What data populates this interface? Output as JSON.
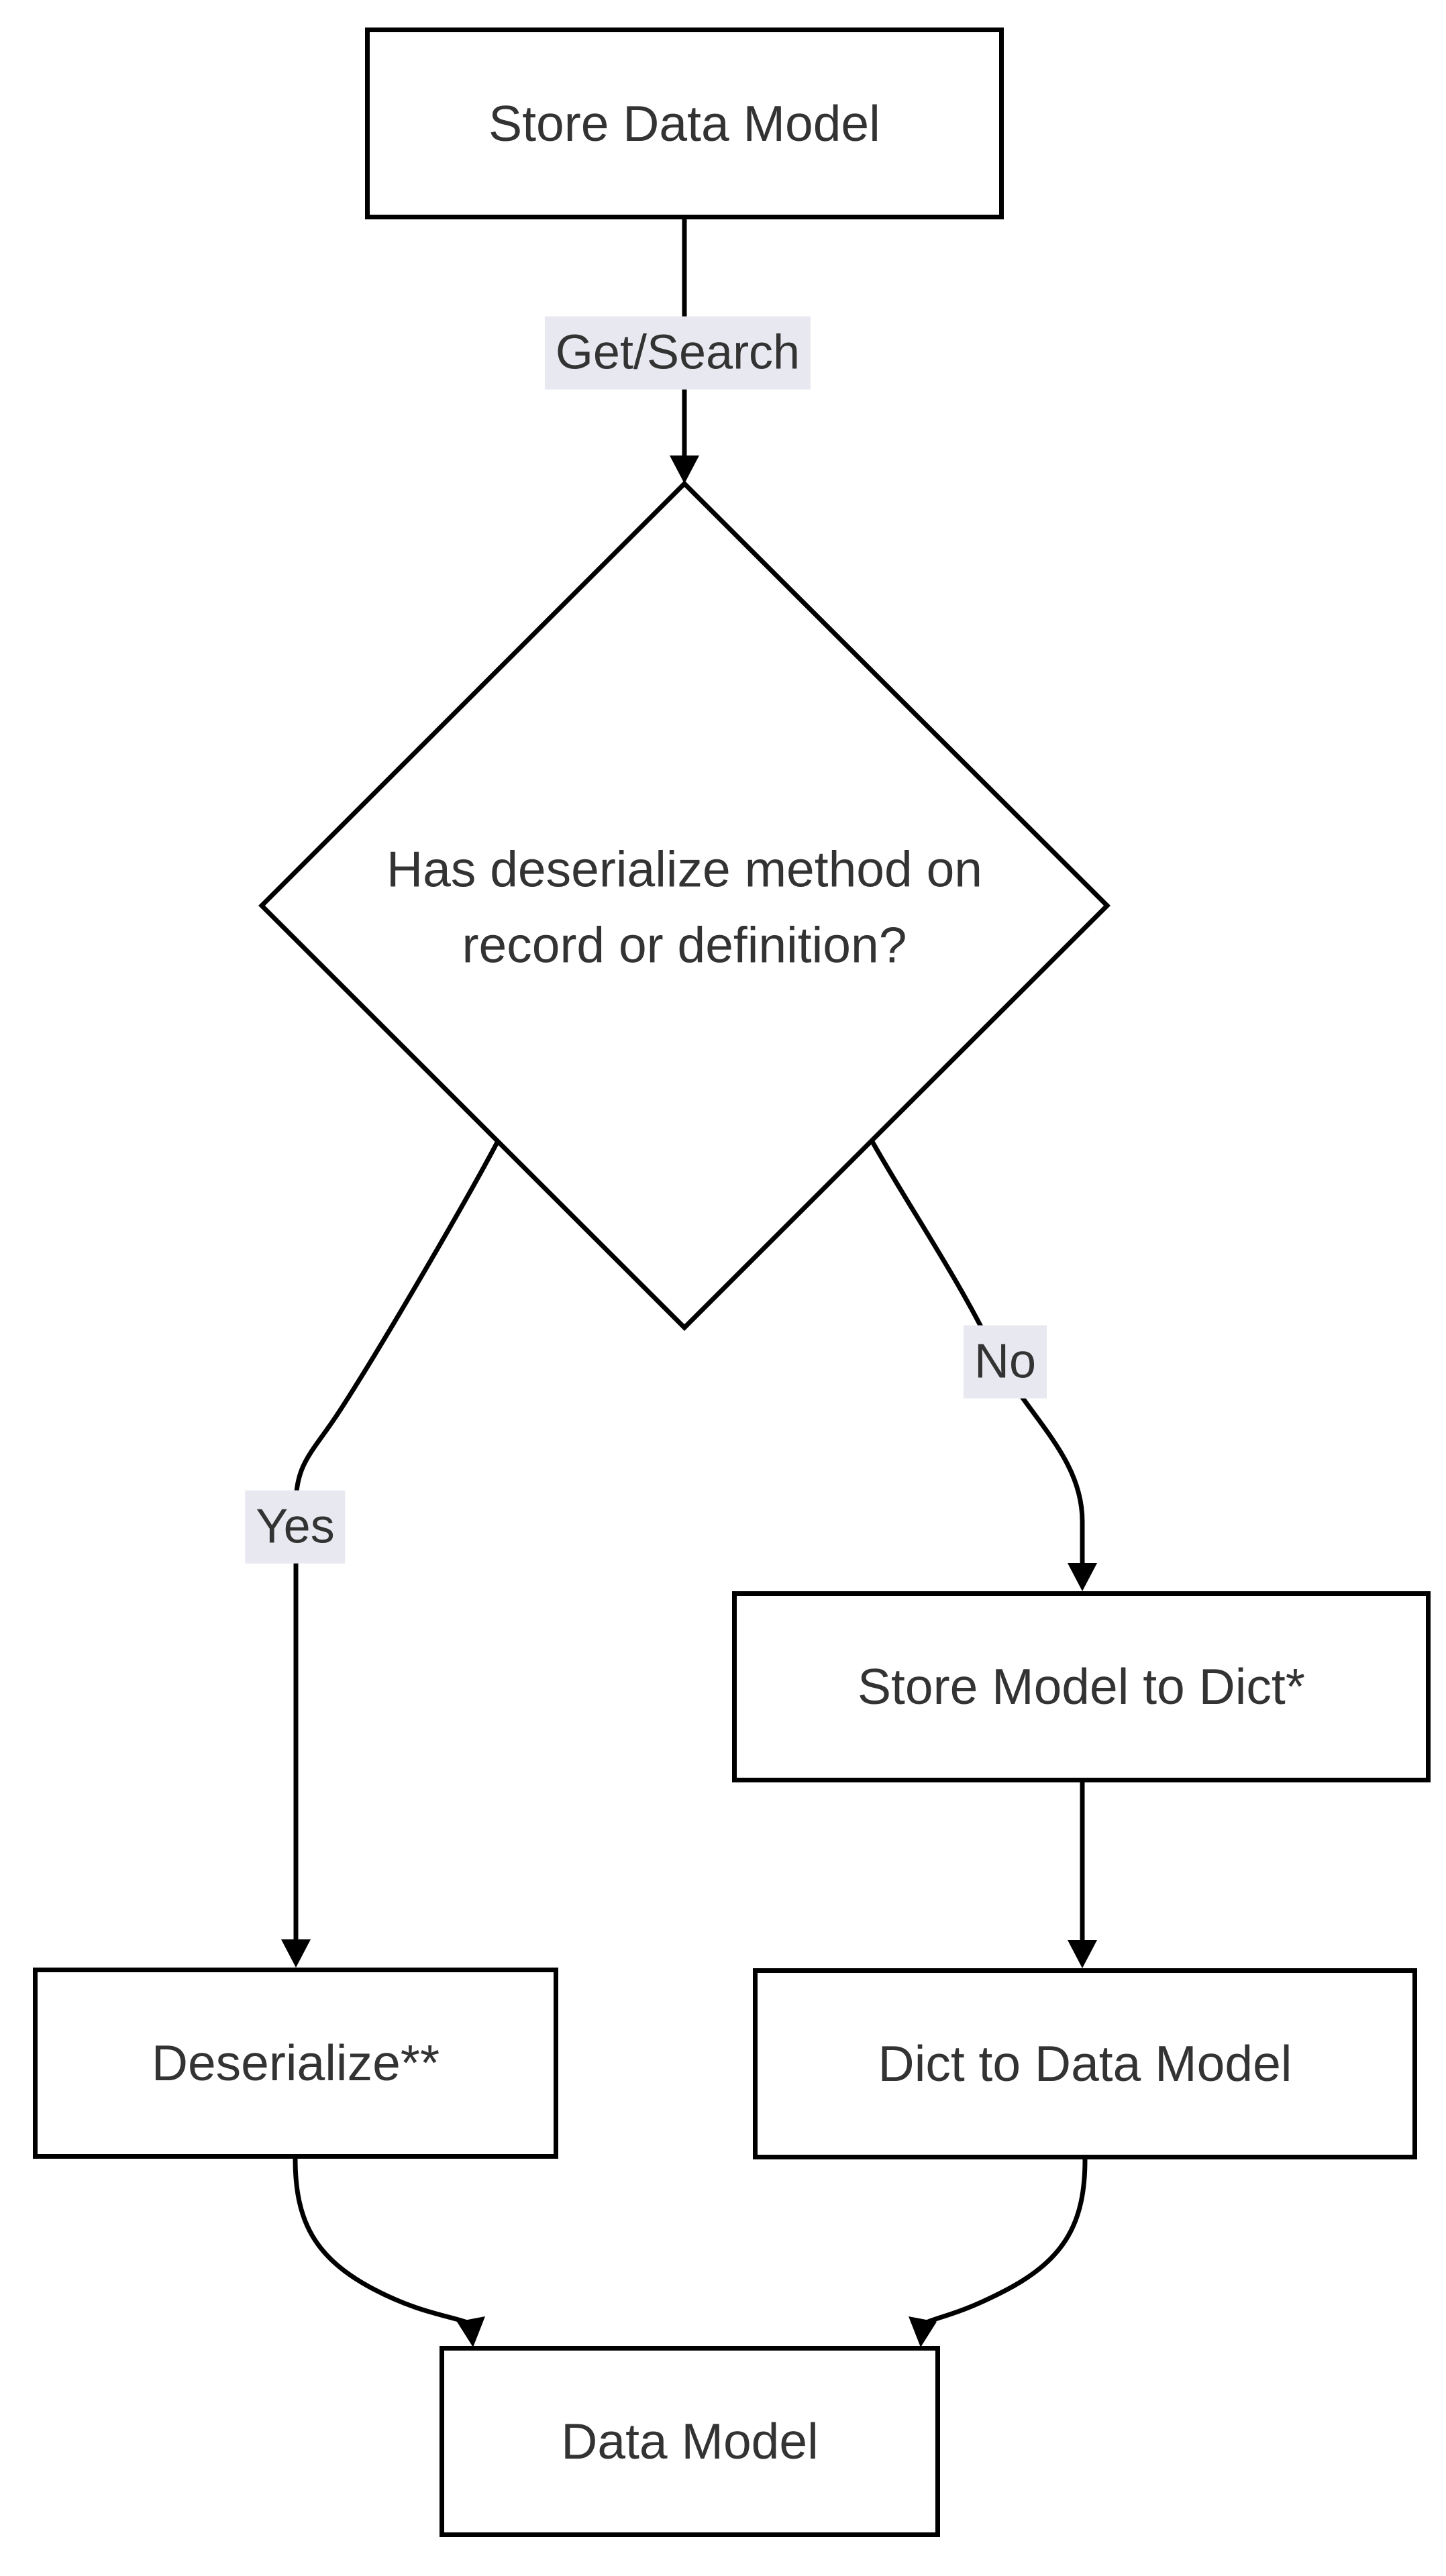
{
  "diagram": {
    "type": "flowchart",
    "direction": "top-down",
    "background_color": "#ffffff",
    "stroke_color": "#000000",
    "text_color": "#333333",
    "edge_label_background": "#e8e8f0",
    "nodes": [
      {
        "id": "store-data-model",
        "shape": "rect",
        "label": "Store Data Model"
      },
      {
        "id": "has-deserialize-decision",
        "shape": "diamond",
        "label": "Has deserialize method on record or definition?"
      },
      {
        "id": "store-model-to-dict",
        "shape": "rect",
        "label": "Store Model to Dict*"
      },
      {
        "id": "deserialize",
        "shape": "rect",
        "label": "Deserialize**"
      },
      {
        "id": "dict-to-data-model",
        "shape": "rect",
        "label": "Dict to Data Model"
      },
      {
        "id": "data-model",
        "shape": "rect",
        "label": "Data Model"
      }
    ],
    "edges": [
      {
        "from": "store-data-model",
        "to": "has-deserialize-decision",
        "label": "Get/Search"
      },
      {
        "from": "has-deserialize-decision",
        "to": "deserialize",
        "label": "Yes"
      },
      {
        "from": "has-deserialize-decision",
        "to": "store-model-to-dict",
        "label": "No"
      },
      {
        "from": "store-model-to-dict",
        "to": "dict-to-data-model",
        "label": ""
      },
      {
        "from": "deserialize",
        "to": "data-model",
        "label": ""
      },
      {
        "from": "dict-to-data-model",
        "to": "data-model",
        "label": ""
      }
    ]
  }
}
